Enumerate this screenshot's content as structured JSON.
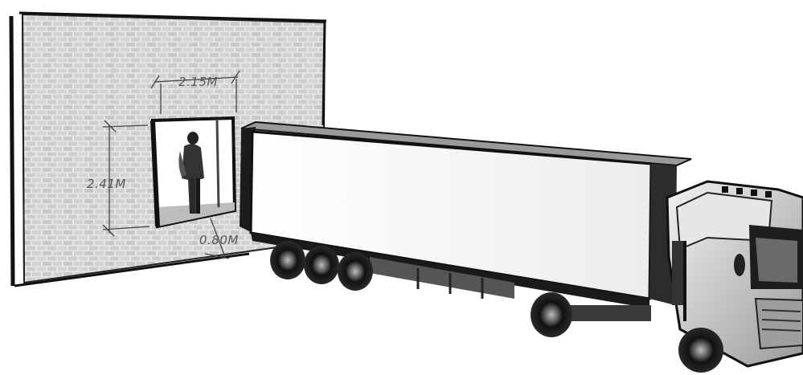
{
  "dimensions": {
    "width_label": "2.15M",
    "height_label": "2.41M",
    "depth_label": "0.80M"
  },
  "colors": {
    "ink": "#1a1a1a",
    "brick": "#d9d9d9",
    "wall": "#cfcfcf",
    "trailer_face": "#f7f7f7"
  },
  "icons": [
    "brick-wall",
    "loading-dock-door",
    "worker-figure",
    "semi-truck"
  ]
}
